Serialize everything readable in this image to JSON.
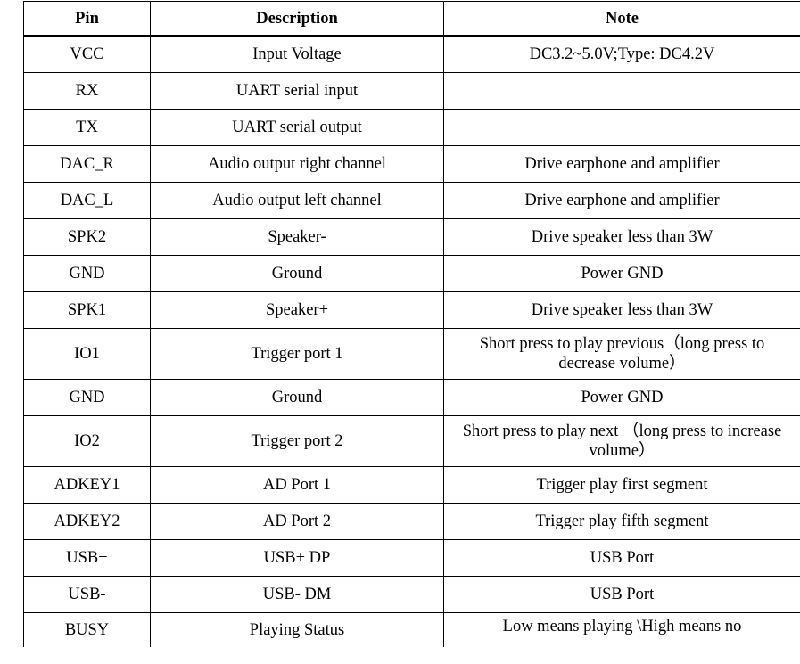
{
  "table": {
    "headers": {
      "pin": "Pin",
      "description": "Description",
      "note": "Note"
    },
    "rows": [
      {
        "pin": "VCC",
        "description": "Input Voltage",
        "note": "DC3.2~5.0V;Type: DC4.2V"
      },
      {
        "pin": "RX",
        "description": "UART serial input",
        "note": ""
      },
      {
        "pin": "TX",
        "description": "UART serial output",
        "note": ""
      },
      {
        "pin": "DAC_R",
        "description": "Audio output right channel",
        "note": "Drive earphone and amplifier"
      },
      {
        "pin": "DAC_L",
        "description": "Audio output left channel",
        "note": "Drive earphone and amplifier"
      },
      {
        "pin": "SPK2",
        "description": "Speaker-",
        "note": "Drive speaker less than 3W"
      },
      {
        "pin": "GND",
        "description": "Ground",
        "note": "Power GND"
      },
      {
        "pin": "SPK1",
        "description": "Speaker+",
        "note": "Drive speaker less than 3W"
      },
      {
        "pin": "IO1",
        "description": "Trigger port 1",
        "note": "Short press to play previous（long press to decrease volume）"
      },
      {
        "pin": "GND",
        "description": "Ground",
        "note": "Power GND"
      },
      {
        "pin": "IO2",
        "description": "Trigger port 2",
        "note": "Short press to play next （long press to increase volume）"
      },
      {
        "pin": "ADKEY1",
        "description": "AD Port 1",
        "note": "Trigger play first segment"
      },
      {
        "pin": "ADKEY2",
        "description": "AD Port 2",
        "note": "Trigger play fifth segment"
      },
      {
        "pin": "USB+",
        "description": "USB+ DP",
        "note": "USB Port"
      },
      {
        "pin": "USB-",
        "description": "USB- DM",
        "note": "USB Port"
      },
      {
        "pin": "BUSY",
        "description": "Playing Status",
        "note": "Low means playing \\High means no"
      }
    ]
  }
}
